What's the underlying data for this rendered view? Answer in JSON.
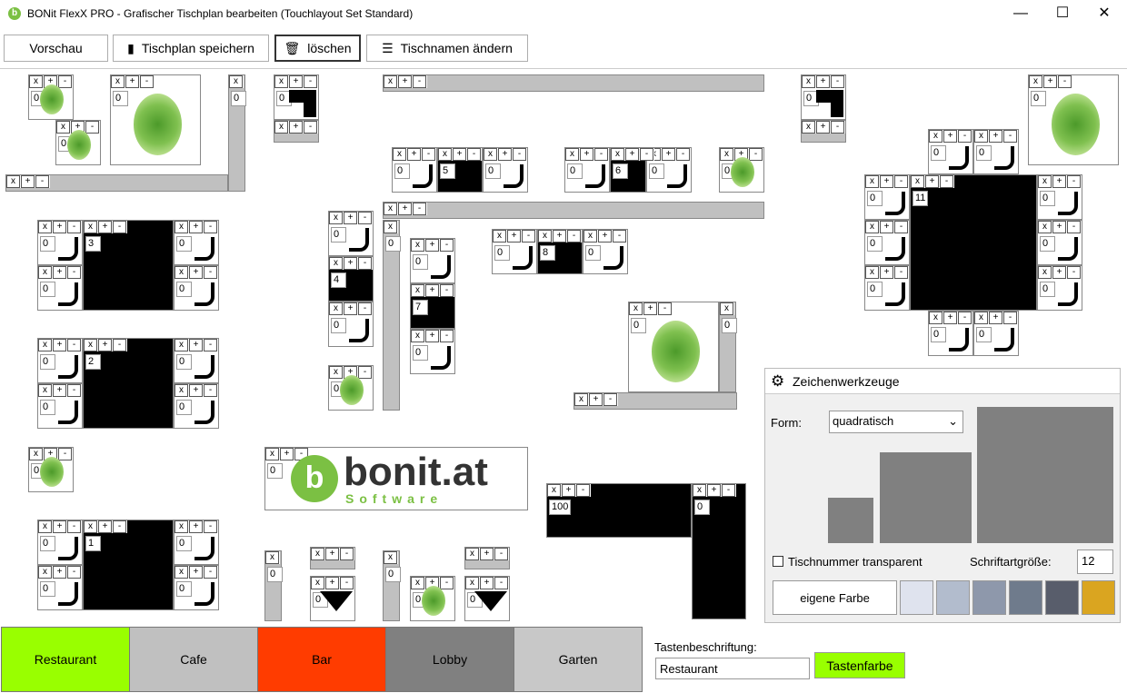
{
  "window": {
    "title": "BONit FlexX PRO - Grafischer Tischplan bearbeiten (Touchlayout Set Standard)",
    "minimize": "—",
    "maximize": "☐",
    "close": "✕"
  },
  "toolbar": {
    "preview": "Vorschau",
    "save": "Tischplan speichern",
    "delete": "löschen",
    "rename": "Tischnamen ändern"
  },
  "controls": {
    "x": "x",
    "plus": "+",
    "minus": "-"
  },
  "tables": [
    {
      "number": "3"
    },
    {
      "number": "2"
    },
    {
      "number": "1"
    },
    {
      "number": "4"
    },
    {
      "number": "5"
    },
    {
      "number": "6"
    },
    {
      "number": "7"
    },
    {
      "number": "8"
    },
    {
      "number": "11"
    },
    {
      "number": "100"
    }
  ],
  "zero": "0",
  "logo": {
    "text": "bonit.at",
    "sub": "Software"
  },
  "panel": {
    "title": "Zeichenwerkzeuge",
    "form_label": "Form:",
    "form_value": "quadratisch",
    "transparent_label": "Tischnummer transparent",
    "fontsize_label": "Schriftartgröße:",
    "fontsize_value": "12",
    "custom_color": "eigene Farbe",
    "swatches": [
      "#dfe3ee",
      "#b2bccd",
      "#8e98ab",
      "#6f7b8c",
      "#585d6b",
      "#daa520"
    ]
  },
  "tabs": [
    {
      "label": "Restaurant",
      "color": "#99ff00"
    },
    {
      "label": "Cafe",
      "color": "#c0c0c0"
    },
    {
      "label": "Bar",
      "color": "#ff3c00"
    },
    {
      "label": "Lobby",
      "color": "#808080"
    },
    {
      "label": "Garten",
      "color": "#c8c8c8"
    }
  ],
  "key_label": {
    "label": "Tastenbeschriftung:",
    "value": "Restaurant",
    "button": "Tastenfarbe",
    "button_color": "#99ff00"
  }
}
